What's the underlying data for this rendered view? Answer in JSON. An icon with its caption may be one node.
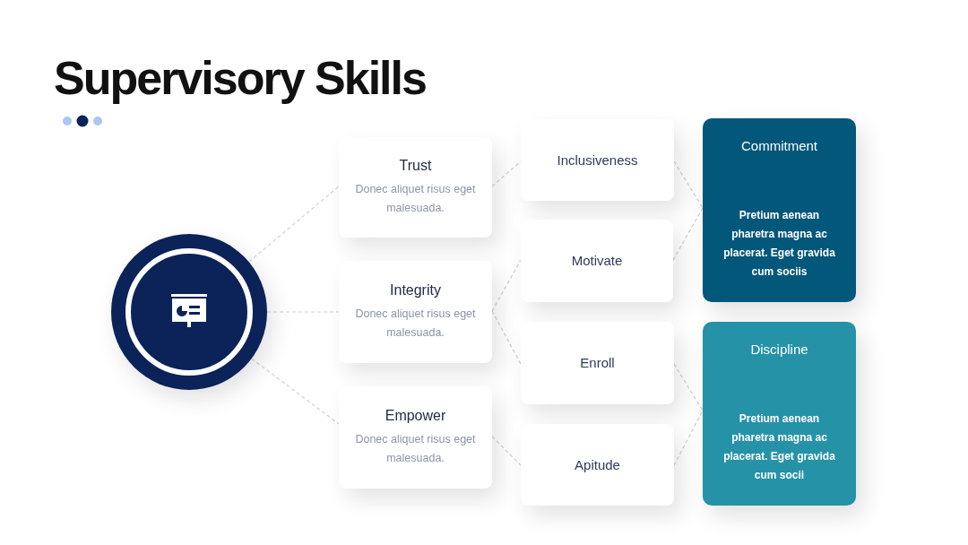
{
  "diagram": {
    "title": "Supervisory Skills",
    "nodes": [
      {
        "text": [],
        "shape": "circle"
      },
      {
        "text": [
          "Trust",
          "Donec aliquet risus eget malesuada."
        ]
      },
      {
        "text": [
          "Integrity",
          "Donec aliquet risus eget malesuada."
        ]
      },
      {
        "text": [
          "Empower",
          "Donec aliquet risus eget malesuada."
        ]
      },
      {
        "text": [
          "Inclusiveness"
        ]
      },
      {
        "text": [
          "Motivate"
        ]
      },
      {
        "text": [
          "Enroll"
        ]
      },
      {
        "text": [
          "Apitude"
        ]
      },
      {
        "text": [
          "Commitment",
          "Pretium aenean pharetra magna ac placerat. Eget gravida cum sociis"
        ]
      },
      {
        "text": [
          "Discipline",
          "Pretium aenean pharetra magna ac placerat. Eget gravida cum socii"
        ]
      }
    ],
    "edges": [
      {
        "from": 0,
        "to": 1,
        "arrow": "none",
        "style": "dashed"
      },
      {
        "from": 0,
        "to": 2,
        "arrow": "none",
        "style": "dashed"
      },
      {
        "from": 0,
        "to": 3,
        "arrow": "none",
        "style": "dashed"
      },
      {
        "from": 1,
        "to": 4,
        "arrow": "none",
        "style": "dashed"
      },
      {
        "from": 2,
        "to": 5,
        "arrow": "none",
        "style": "dashed"
      },
      {
        "from": 2,
        "to": 6,
        "arrow": "none",
        "style": "dashed"
      },
      {
        "from": 3,
        "to": 7,
        "arrow": "none",
        "style": "dashed"
      },
      {
        "from": 4,
        "to": 8,
        "arrow": "none",
        "style": "dashed"
      },
      {
        "from": 5,
        "to": 8,
        "arrow": "none",
        "style": "dashed"
      },
      {
        "from": 6,
        "to": 9,
        "arrow": "none",
        "style": "dashed"
      },
      {
        "from": 7,
        "to": 9,
        "arrow": "none",
        "style": "dashed"
      }
    ]
  }
}
